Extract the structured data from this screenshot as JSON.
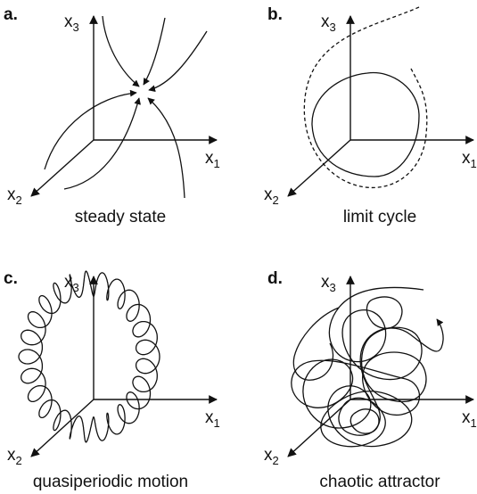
{
  "panels": [
    {
      "letter": "a.",
      "caption": "steady state",
      "axes": {
        "vertical": "x",
        "vertical_sub": "3",
        "right": "x",
        "right_sub": "1",
        "diag": "x",
        "diag_sub": "2"
      }
    },
    {
      "letter": "b.",
      "caption": "limit cycle",
      "axes": {
        "vertical": "x",
        "vertical_sub": "3",
        "right": "x",
        "right_sub": "1",
        "diag": "x",
        "diag_sub": "2"
      }
    },
    {
      "letter": "c.",
      "caption": "quasiperiodic motion",
      "axes": {
        "vertical": "x",
        "vertical_sub": "3",
        "right": "x",
        "right_sub": "1",
        "diag": "x",
        "diag_sub": "2"
      }
    },
    {
      "letter": "d.",
      "caption": "chaotic attractor",
      "axes": {
        "vertical": "x",
        "vertical_sub": "3",
        "right": "x",
        "right_sub": "1",
        "diag": "x",
        "diag_sub": "2"
      }
    }
  ],
  "colors": {
    "ink": "#111111",
    "background": "#ffffff"
  }
}
